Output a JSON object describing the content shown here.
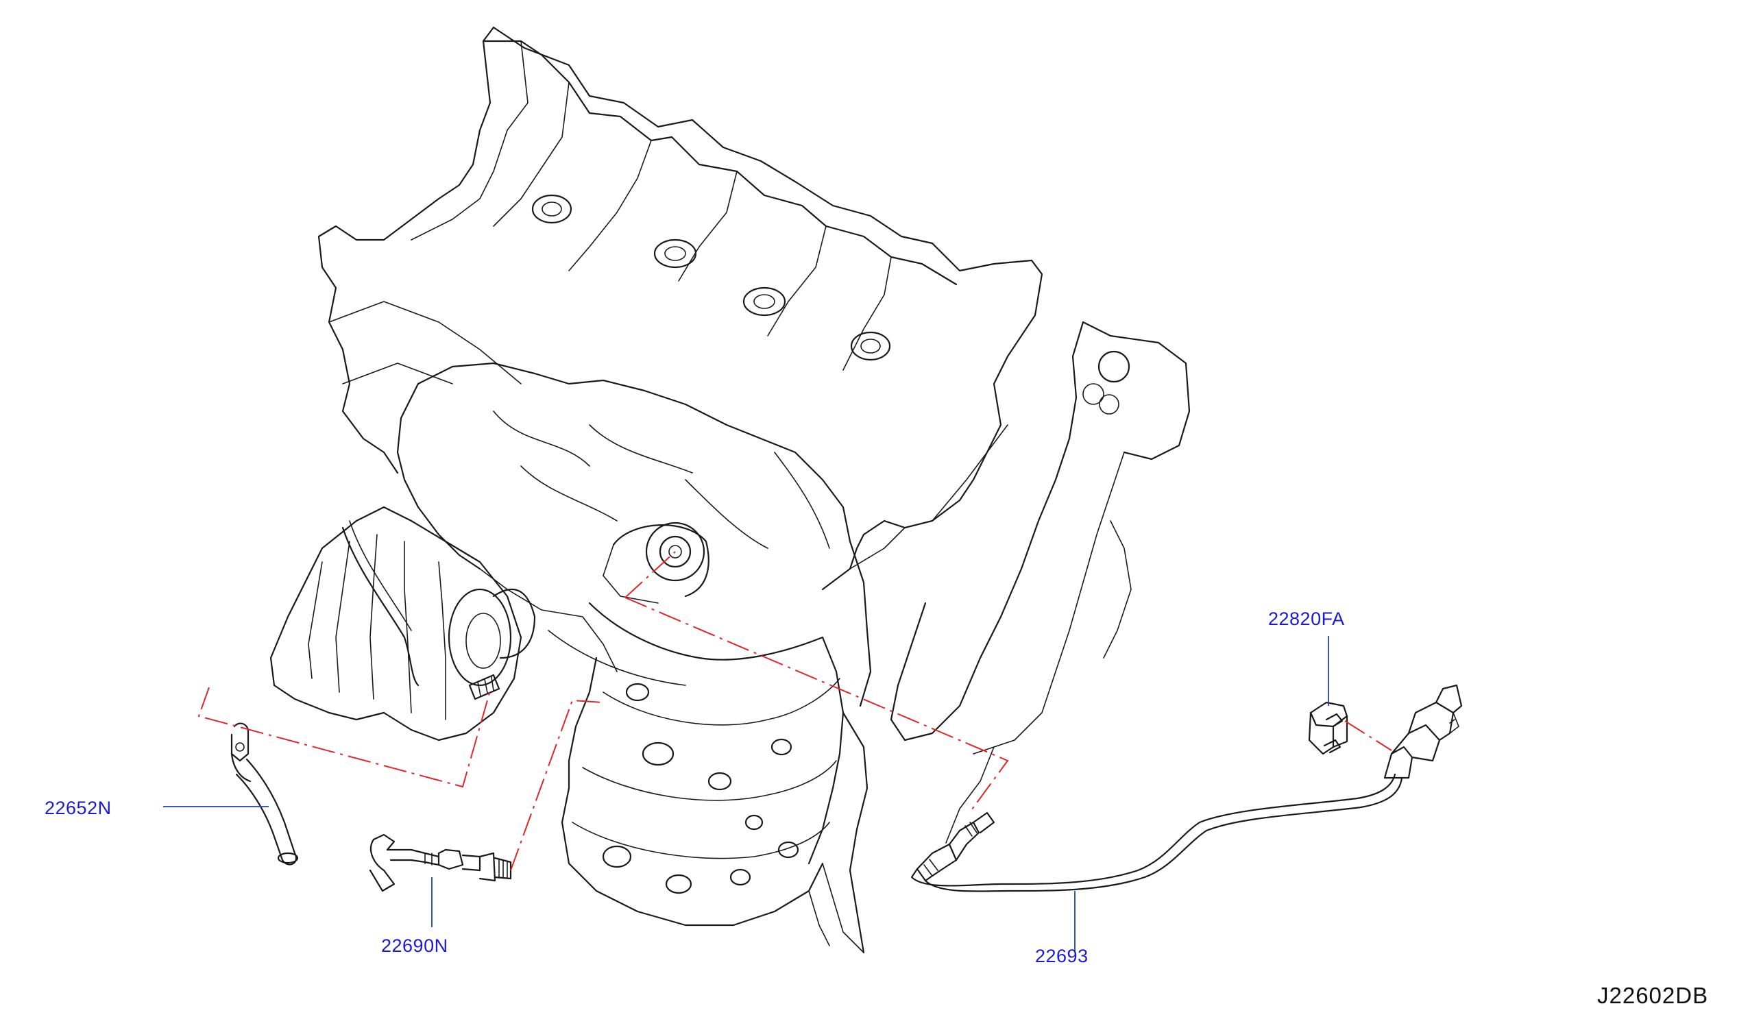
{
  "diagram": {
    "reference_code": "J22602DB",
    "colors": {
      "line_art": "#1a1a1a",
      "callout_text": "#1a1ad6",
      "leader_line": "#1e3fbf",
      "alignment_line": "#e0262a",
      "reference_text": "#111111"
    },
    "callouts": [
      {
        "id": "22652N"
      },
      {
        "id": "22690N"
      },
      {
        "id": "22693"
      },
      {
        "id": "22820FA"
      }
    ]
  }
}
